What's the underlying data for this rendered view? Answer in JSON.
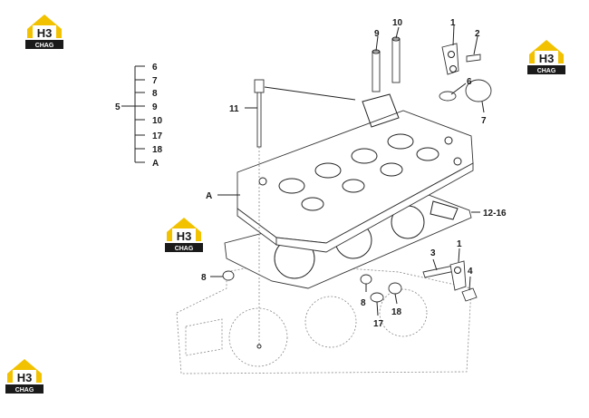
{
  "logo": {
    "main": "H3",
    "sub": "CHAG",
    "color": "#f2c200"
  },
  "callouts": {
    "c1_top": "1",
    "c2_top": "2",
    "c10": "10",
    "c9": "9",
    "c6_right": "6",
    "c7_right": "7",
    "c11": "11",
    "cA_left": "A",
    "c12_16": "12-16",
    "c8_left": "8",
    "c3": "3",
    "c1_bottom": "1",
    "c4": "4",
    "c8_center": "8",
    "c17": "17",
    "c18": "18"
  },
  "legend": {
    "group_label": "5",
    "items": [
      "6",
      "7",
      "8",
      "9",
      "10",
      "17",
      "18",
      "A"
    ]
  }
}
